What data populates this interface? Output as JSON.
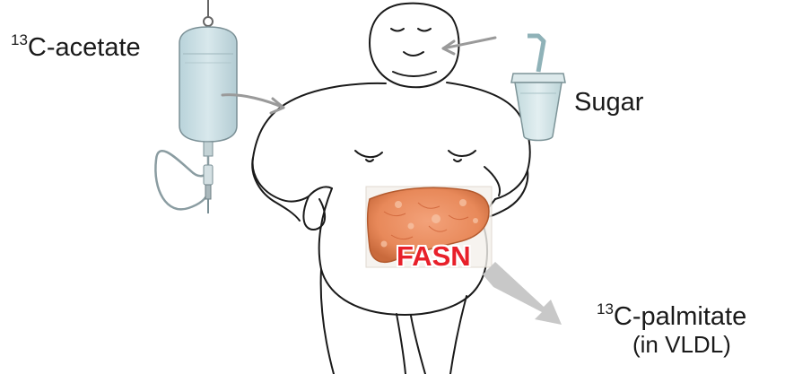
{
  "labels": {
    "acetate_sup": "13",
    "acetate_text": "C-acetate",
    "sugar": "Sugar",
    "enzyme": "FASN",
    "palmitate_sup": "13",
    "palmitate_text": "C-palmitate",
    "palmitate_note": "(in VLDL)"
  },
  "icons": {
    "iv_bag": "iv-drip-bag-icon",
    "cup": "drink-cup-with-straw-icon",
    "liver": "fatty-liver-icon",
    "person": "obese-person-outline"
  },
  "colors": {
    "enzyme_text": "#e8202a",
    "liver": "#e8895a",
    "iv_fluid": "#c9dde3",
    "cup": "#cfe3e6",
    "input_arrows": "#9a9a9a",
    "output_arrow": "#c8c8c8",
    "outline": "#1a1a1a"
  }
}
